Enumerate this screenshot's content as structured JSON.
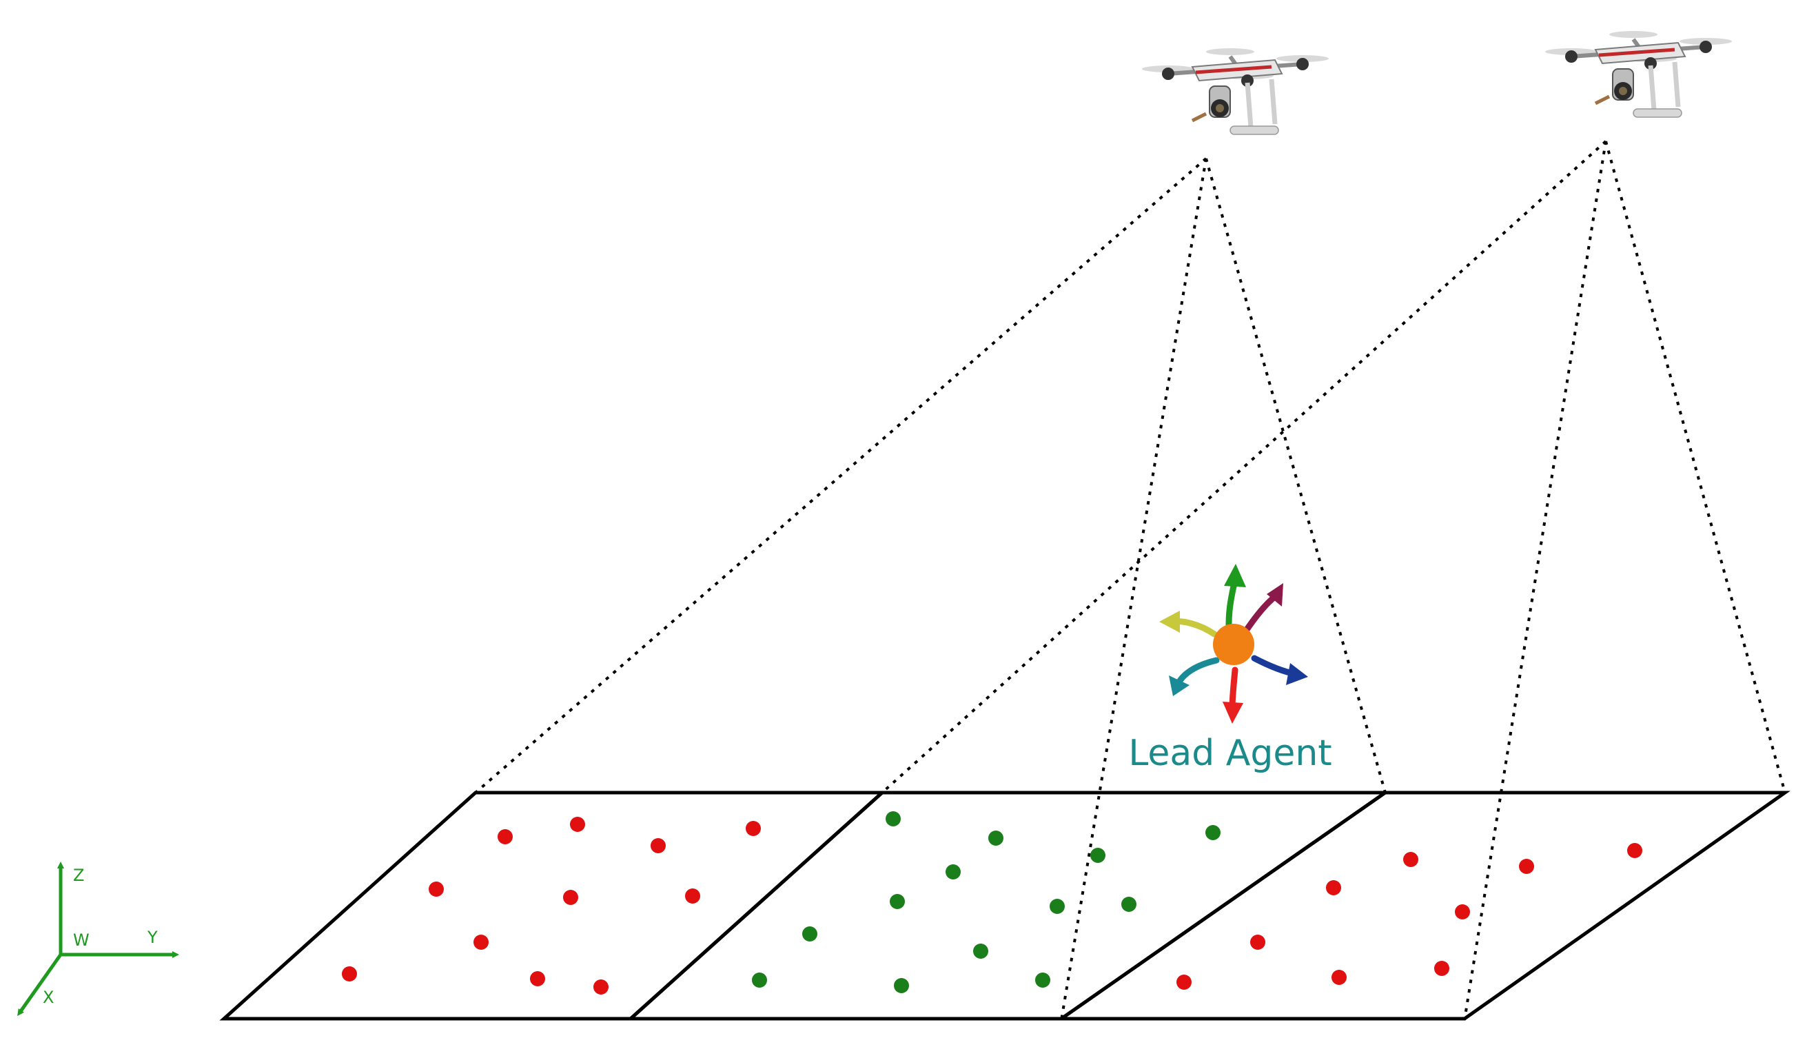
{
  "lead_agent": {
    "label": "Lead Agent",
    "center_color": "#f07f14",
    "arrow_colors": [
      "#1e9a1e",
      "#8b1a4a",
      "#1a3a9a",
      "#e82020",
      "#1a8a96",
      "#c8c83c"
    ]
  },
  "axes": {
    "x_label": "X",
    "y_label": "Y",
    "z_label": "Z",
    "origin_label": "W",
    "color": "#1e9a1e"
  },
  "point_colors": {
    "unvisited": "#e01010",
    "visited": "#1a7f1a"
  },
  "drones": [
    {
      "name": "drone-1-icon"
    },
    {
      "name": "drone-2-icon"
    }
  ]
}
